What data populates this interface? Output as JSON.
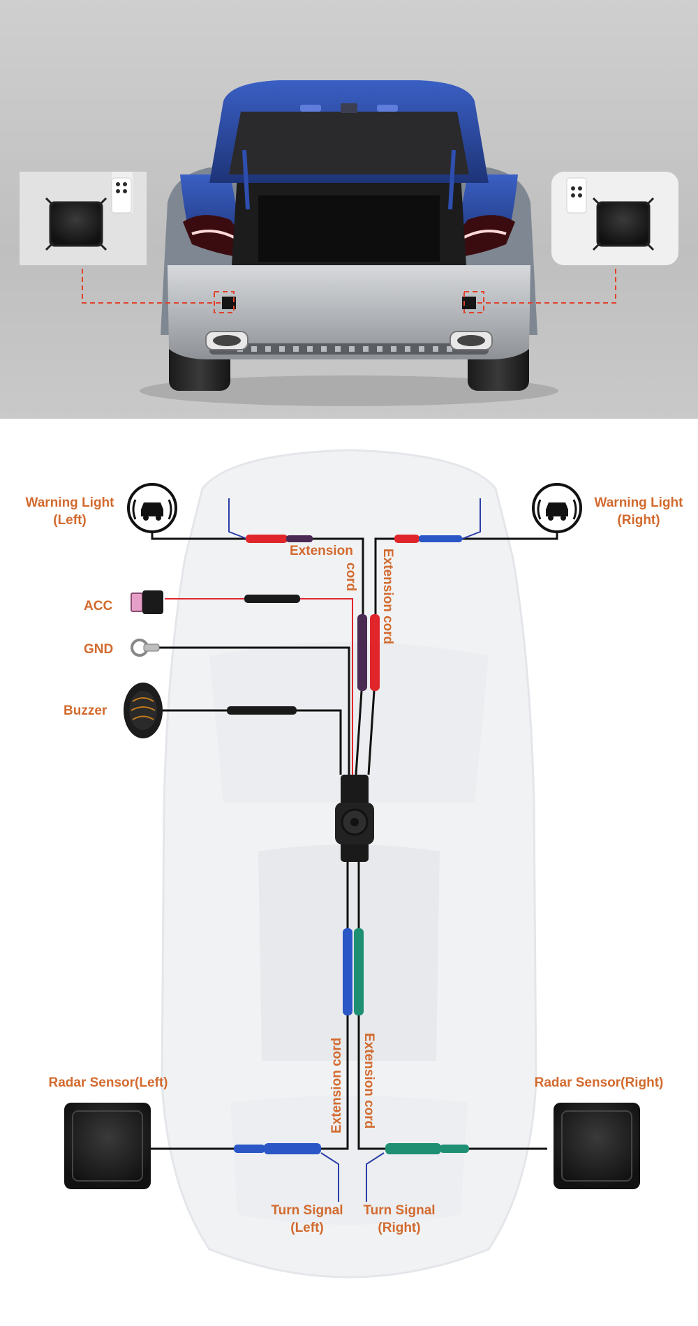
{
  "labels": {
    "warning_left_1": "Warning Light",
    "warning_left_2": "(Left)",
    "warning_right_1": "Warning Light",
    "warning_right_2": "(Right)",
    "extension_cord_top_left_1": "Extension",
    "extension_cord_top_left_2": "cord",
    "extension_cord_top_right": "Extension cord",
    "acc": "ACC",
    "gnd": "GND",
    "buzzer": "Buzzer",
    "radar_left": "Radar Sensor(Left)",
    "radar_right": "Radar Sensor(Right)",
    "extension_cord_bottom_left": "Extension cord",
    "extension_cord_bottom_right": "Extension cord",
    "turn_left_1": "Turn Signal",
    "turn_left_2": "(Left)",
    "turn_right_1": "Turn Signal",
    "turn_right_2": "(Right)"
  },
  "colors": {
    "label": "#d26a2e",
    "wire_black": "#111111",
    "wire_red": "#e0262a",
    "connector_red": "#e0262a",
    "connector_blue": "#2a56c6",
    "connector_green": "#1f8f73",
    "connector_purple": "#4a2a52",
    "car_blue": "#2b4aa8",
    "photo_bg": "#c6c6c6",
    "dashed_guide": "#e0412a"
  }
}
